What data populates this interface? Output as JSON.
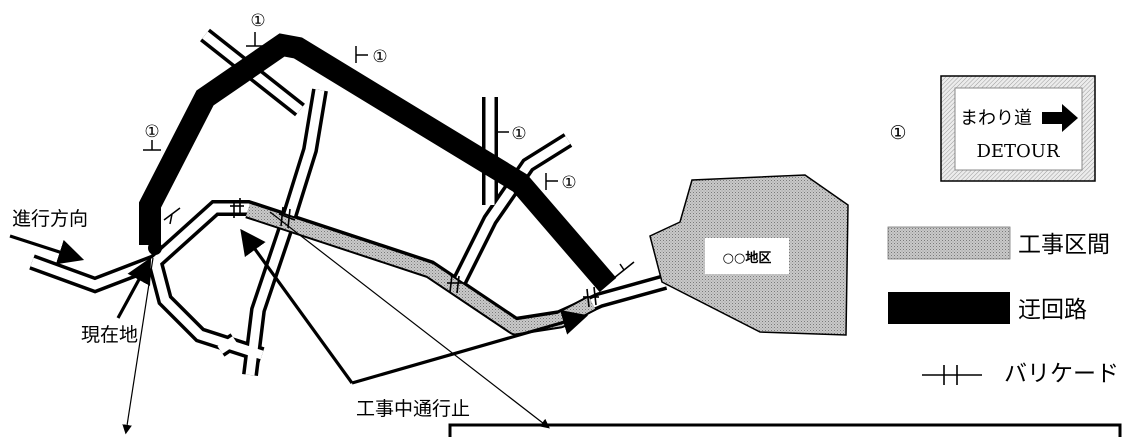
{
  "labels": {
    "direction": "進行方向",
    "current_location": "現在地",
    "road_closed": "工事中通行止",
    "district": "○○地区"
  },
  "sign_marker": "①",
  "detour_sign": {
    "line1": "まわり道",
    "line2": "DETOUR"
  },
  "legend": {
    "construction": "工事区間",
    "detour": "迂回路",
    "barricade": "バリケード"
  },
  "colors": {
    "detour_route": "#000000",
    "construction_fill": "#a8a8a8",
    "district_fill": "#c4c4c4",
    "road_outline": "#000000"
  }
}
